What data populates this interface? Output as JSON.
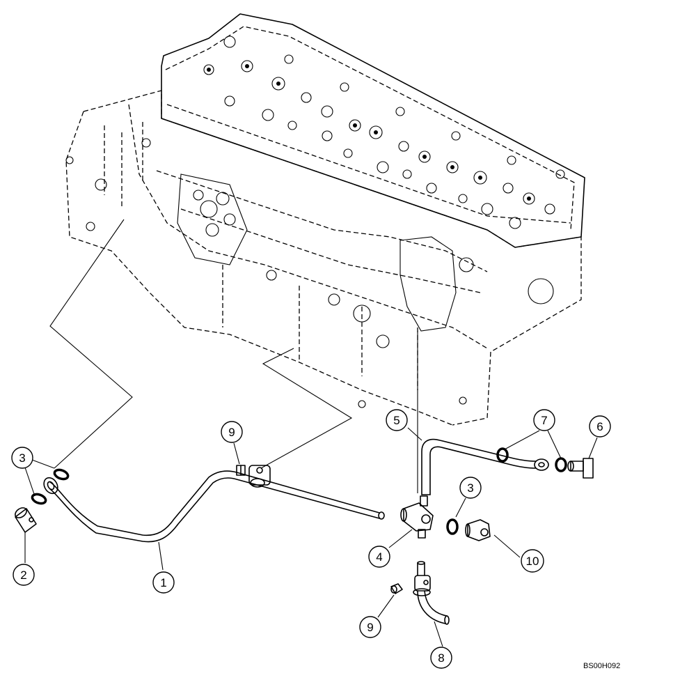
{
  "reference_code": "BS00H092",
  "callouts": [
    {
      "id": "c3a",
      "label": "3"
    },
    {
      "id": "c2",
      "label": "2"
    },
    {
      "id": "c1",
      "label": "1"
    },
    {
      "id": "c9a",
      "label": "9"
    },
    {
      "id": "c5",
      "label": "5"
    },
    {
      "id": "c7",
      "label": "7"
    },
    {
      "id": "c6",
      "label": "6"
    },
    {
      "id": "c3b",
      "label": "3"
    },
    {
      "id": "c4",
      "label": "4"
    },
    {
      "id": "c10",
      "label": "10"
    },
    {
      "id": "c9b",
      "label": "9"
    },
    {
      "id": "c8",
      "label": "8"
    }
  ]
}
